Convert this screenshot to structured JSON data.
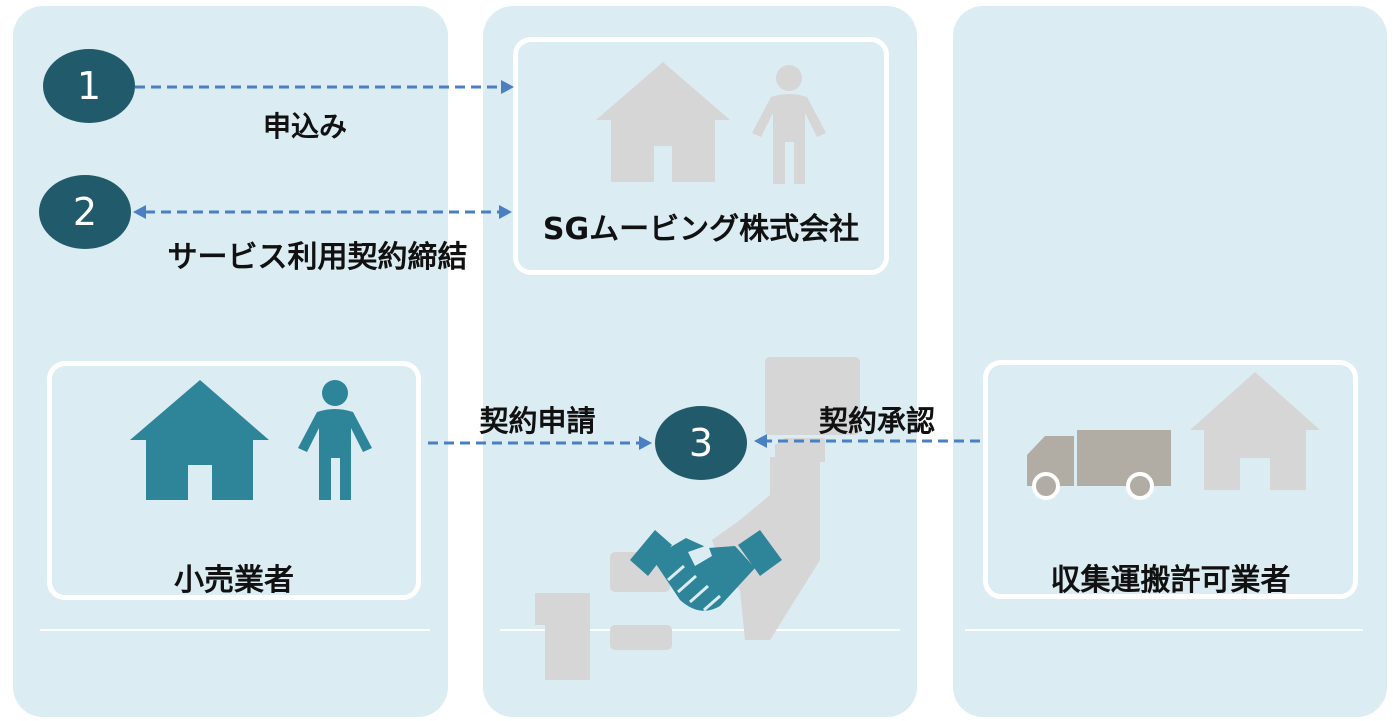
{
  "colors": {
    "panel": "#dbecf3",
    "teal": "#2e8499",
    "dark_teal": "#205a6b",
    "gray": "#d6d6d6",
    "truck": "#b2ada4",
    "arrow": "#4a7fc1"
  },
  "steps": [
    {
      "number": "1",
      "label": "申込み"
    },
    {
      "number": "2",
      "label": "サービス利用契約締結"
    },
    {
      "number": "3"
    }
  ],
  "arrow_labels": {
    "apply": "契約申請",
    "approve": "契約承認"
  },
  "entities": {
    "company": "SGムービング株式会社",
    "retailer": "小売業者",
    "collector": "収集運搬許可業者"
  },
  "icons": [
    "house-icon",
    "person-icon",
    "truck-icon",
    "handshake-icon",
    "japan-map-icon"
  ]
}
